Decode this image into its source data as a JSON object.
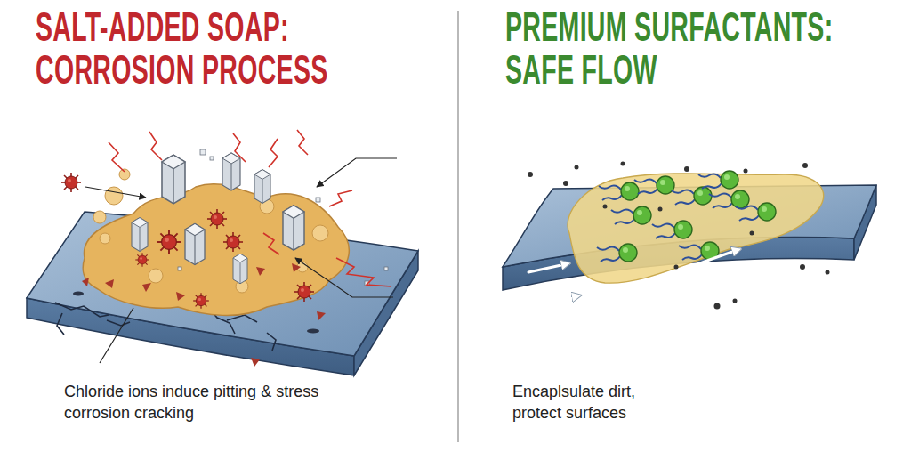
{
  "diagram": {
    "labels": [
      "SALT-ADDED SOAP: CORROSION PROCESS",
      "Chloride ions induce pitting & stress corrosion cracking",
      "PREMIUM SURFACTANTS: SAFE FLOW",
      "Encaplsulate dirt, protect surfaces"
    ]
  }
}
